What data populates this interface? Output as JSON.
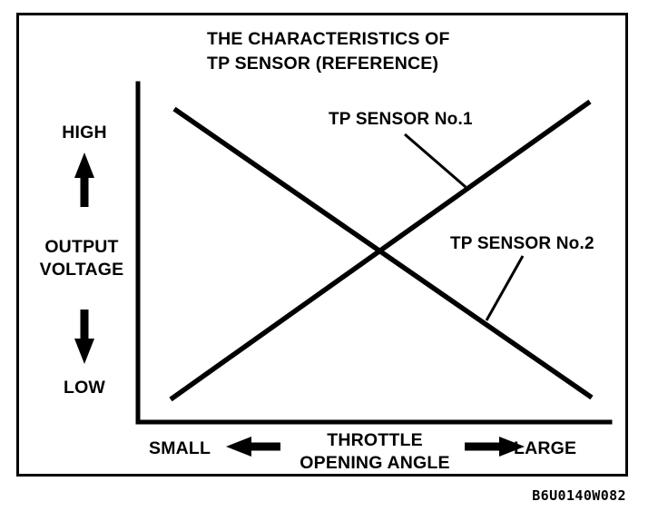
{
  "figure": {
    "title_line1": "THE CHARACTERISTICS OF",
    "title_line2": "TP SENSOR (REFERENCE)",
    "reference_code": "B6U0140W082"
  },
  "axes": {
    "y_high_label": "HIGH",
    "y_low_label": "LOW",
    "y_title_line1": "OUTPUT",
    "y_title_line2": "VOLTAGE",
    "y_up_arrow_icon": "arrow-up-icon",
    "y_down_arrow_icon": "arrow-down-icon",
    "x_small_label": "SMALL",
    "x_large_label": "LARGE",
    "x_title_line1": "THROTTLE",
    "x_title_line2": "OPENING ANGLE",
    "x_left_arrow_icon": "arrow-left-icon",
    "x_right_arrow_icon": "arrow-right-icon"
  },
  "series_labels": {
    "sensor1": "TP SENSOR No.1",
    "sensor2": "TP SENSOR No.2"
  },
  "colors": {
    "ink": "#000000",
    "paper": "#ffffff"
  },
  "chart_data": {
    "type": "line",
    "title": "THE CHARACTERISTICS OF TP SENSOR (REFERENCE)",
    "xlabel": "THROTTLE OPENING ANGLE",
    "ylabel": "OUTPUT VOLTAGE",
    "xlim": [
      0,
      1
    ],
    "ylim": [
      0,
      1
    ],
    "x_tick_labels": [
      "SMALL",
      "LARGE"
    ],
    "y_tick_labels": [
      "LOW",
      "HIGH"
    ],
    "grid": false,
    "legend": "inline-annotations",
    "series": [
      {
        "name": "TP SENSOR No.1",
        "x": [
          0.07,
          1.0
        ],
        "values": [
          0.07,
          0.95
        ],
        "trend": "increasing",
        "annotation_anchor": [
          0.7,
          0.7
        ]
      },
      {
        "name": "TP SENSOR No.2",
        "x": [
          0.08,
          1.0
        ],
        "values": [
          0.93,
          0.07
        ],
        "trend": "decreasing",
        "annotation_anchor": [
          0.74,
          0.3
        ]
      }
    ],
    "intersection": [
      0.52,
      0.51
    ]
  }
}
